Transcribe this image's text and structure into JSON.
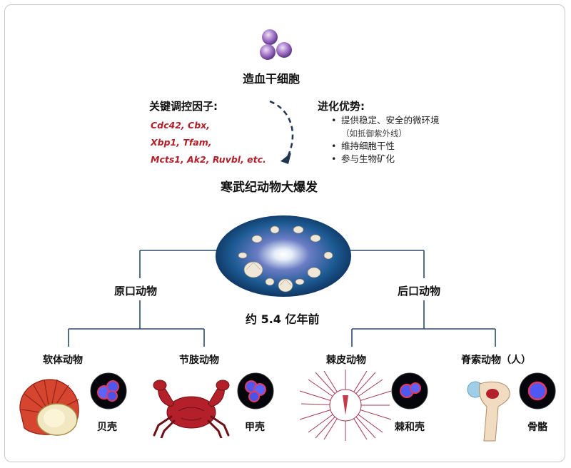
{
  "top": {
    "label": "造血干细胞"
  },
  "factors": {
    "heading": "关键调控因子:",
    "lines": [
      "Cdc42, Cbx,",
      "Xbp1, Tfam,",
      "Mcts1, Ak2, Ruvbl, etc."
    ]
  },
  "advantages": {
    "heading": "进化优势:",
    "items": [
      {
        "text": "提供稳定、安全的微环境",
        "bullet": true
      },
      {
        "text": "（如抵御紫外线）",
        "bullet": false
      },
      {
        "text": "维持细胞干性",
        "bullet": true
      },
      {
        "text": "参与生物矿化",
        "bullet": true
      }
    ]
  },
  "center": {
    "title": "寒武纪动物大爆发",
    "time": "约 5.4 亿年前"
  },
  "branches": {
    "protostome": "原口动物",
    "deuterostome": "后口动物"
  },
  "leaves": [
    {
      "name": "软体动物",
      "structure": "贝壳"
    },
    {
      "name": "节肢动物",
      "structure": "甲壳"
    },
    {
      "name": "棘皮动物",
      "structure": "棘和壳"
    },
    {
      "name": "脊索动物（人）",
      "structure": "骨骼"
    }
  ]
}
